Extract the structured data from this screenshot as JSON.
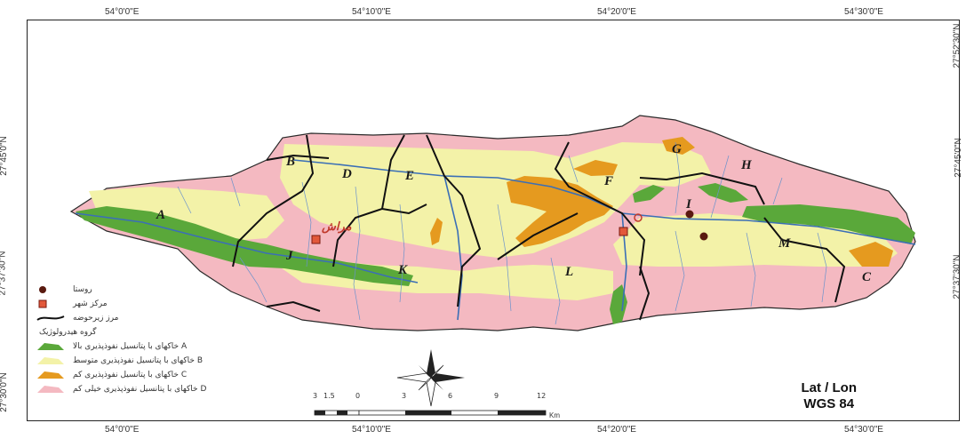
{
  "top_ticks": [
    "54°0'0\"E",
    "54°10'0\"E",
    "54°20'0\"E",
    "54°30'0\"E"
  ],
  "bottom_ticks": [
    "54°0'0\"E",
    "54°10'0\"E",
    "54°20'0\"E",
    "54°30'0\"E"
  ],
  "left_ticks": [
    "27°45'0\"N",
    "27°37'30\"N",
    "27°30'0\"N"
  ],
  "right_ticks": [
    "27°52'30\"N",
    "27°45'0\"N",
    "27°37'30\"N"
  ],
  "zone_labels": [
    "A",
    "B",
    "D",
    "E",
    "F",
    "G",
    "H",
    "I",
    "J",
    "K",
    "L",
    "M",
    "C"
  ],
  "city_name": "مراش",
  "legend": {
    "village": "روستا",
    "city_center": "مرکز شهر",
    "sub_basin_border": "مرز زیرحوضه",
    "hydro_group_title": "گروه هیدرولوژیک",
    "group_a": "خاکهای با پتانسیل نفوذپذیری بالا A",
    "group_b": "خاکهای با پتانسیل نفوذپذیری متوسط B",
    "group_c": "خاکهای با پتانسیل نفوذپذیری کم C",
    "group_d": "خاکهای با پتانسیل نفوذپذیری خیلی کم D"
  },
  "colors": {
    "group_a": "#5aa83a",
    "group_b": "#f3f2a8",
    "group_c": "#e59a1f",
    "group_d": "#f4b9c1",
    "river": "#3b6fb6",
    "border": "#111111"
  },
  "scale": {
    "ticks": [
      "3",
      "1.5",
      "0",
      "3",
      "6",
      "9",
      "12"
    ],
    "unit": "Km"
  },
  "projection": {
    "line1": "Lat / Lon",
    "line2": "WGS 84"
  }
}
